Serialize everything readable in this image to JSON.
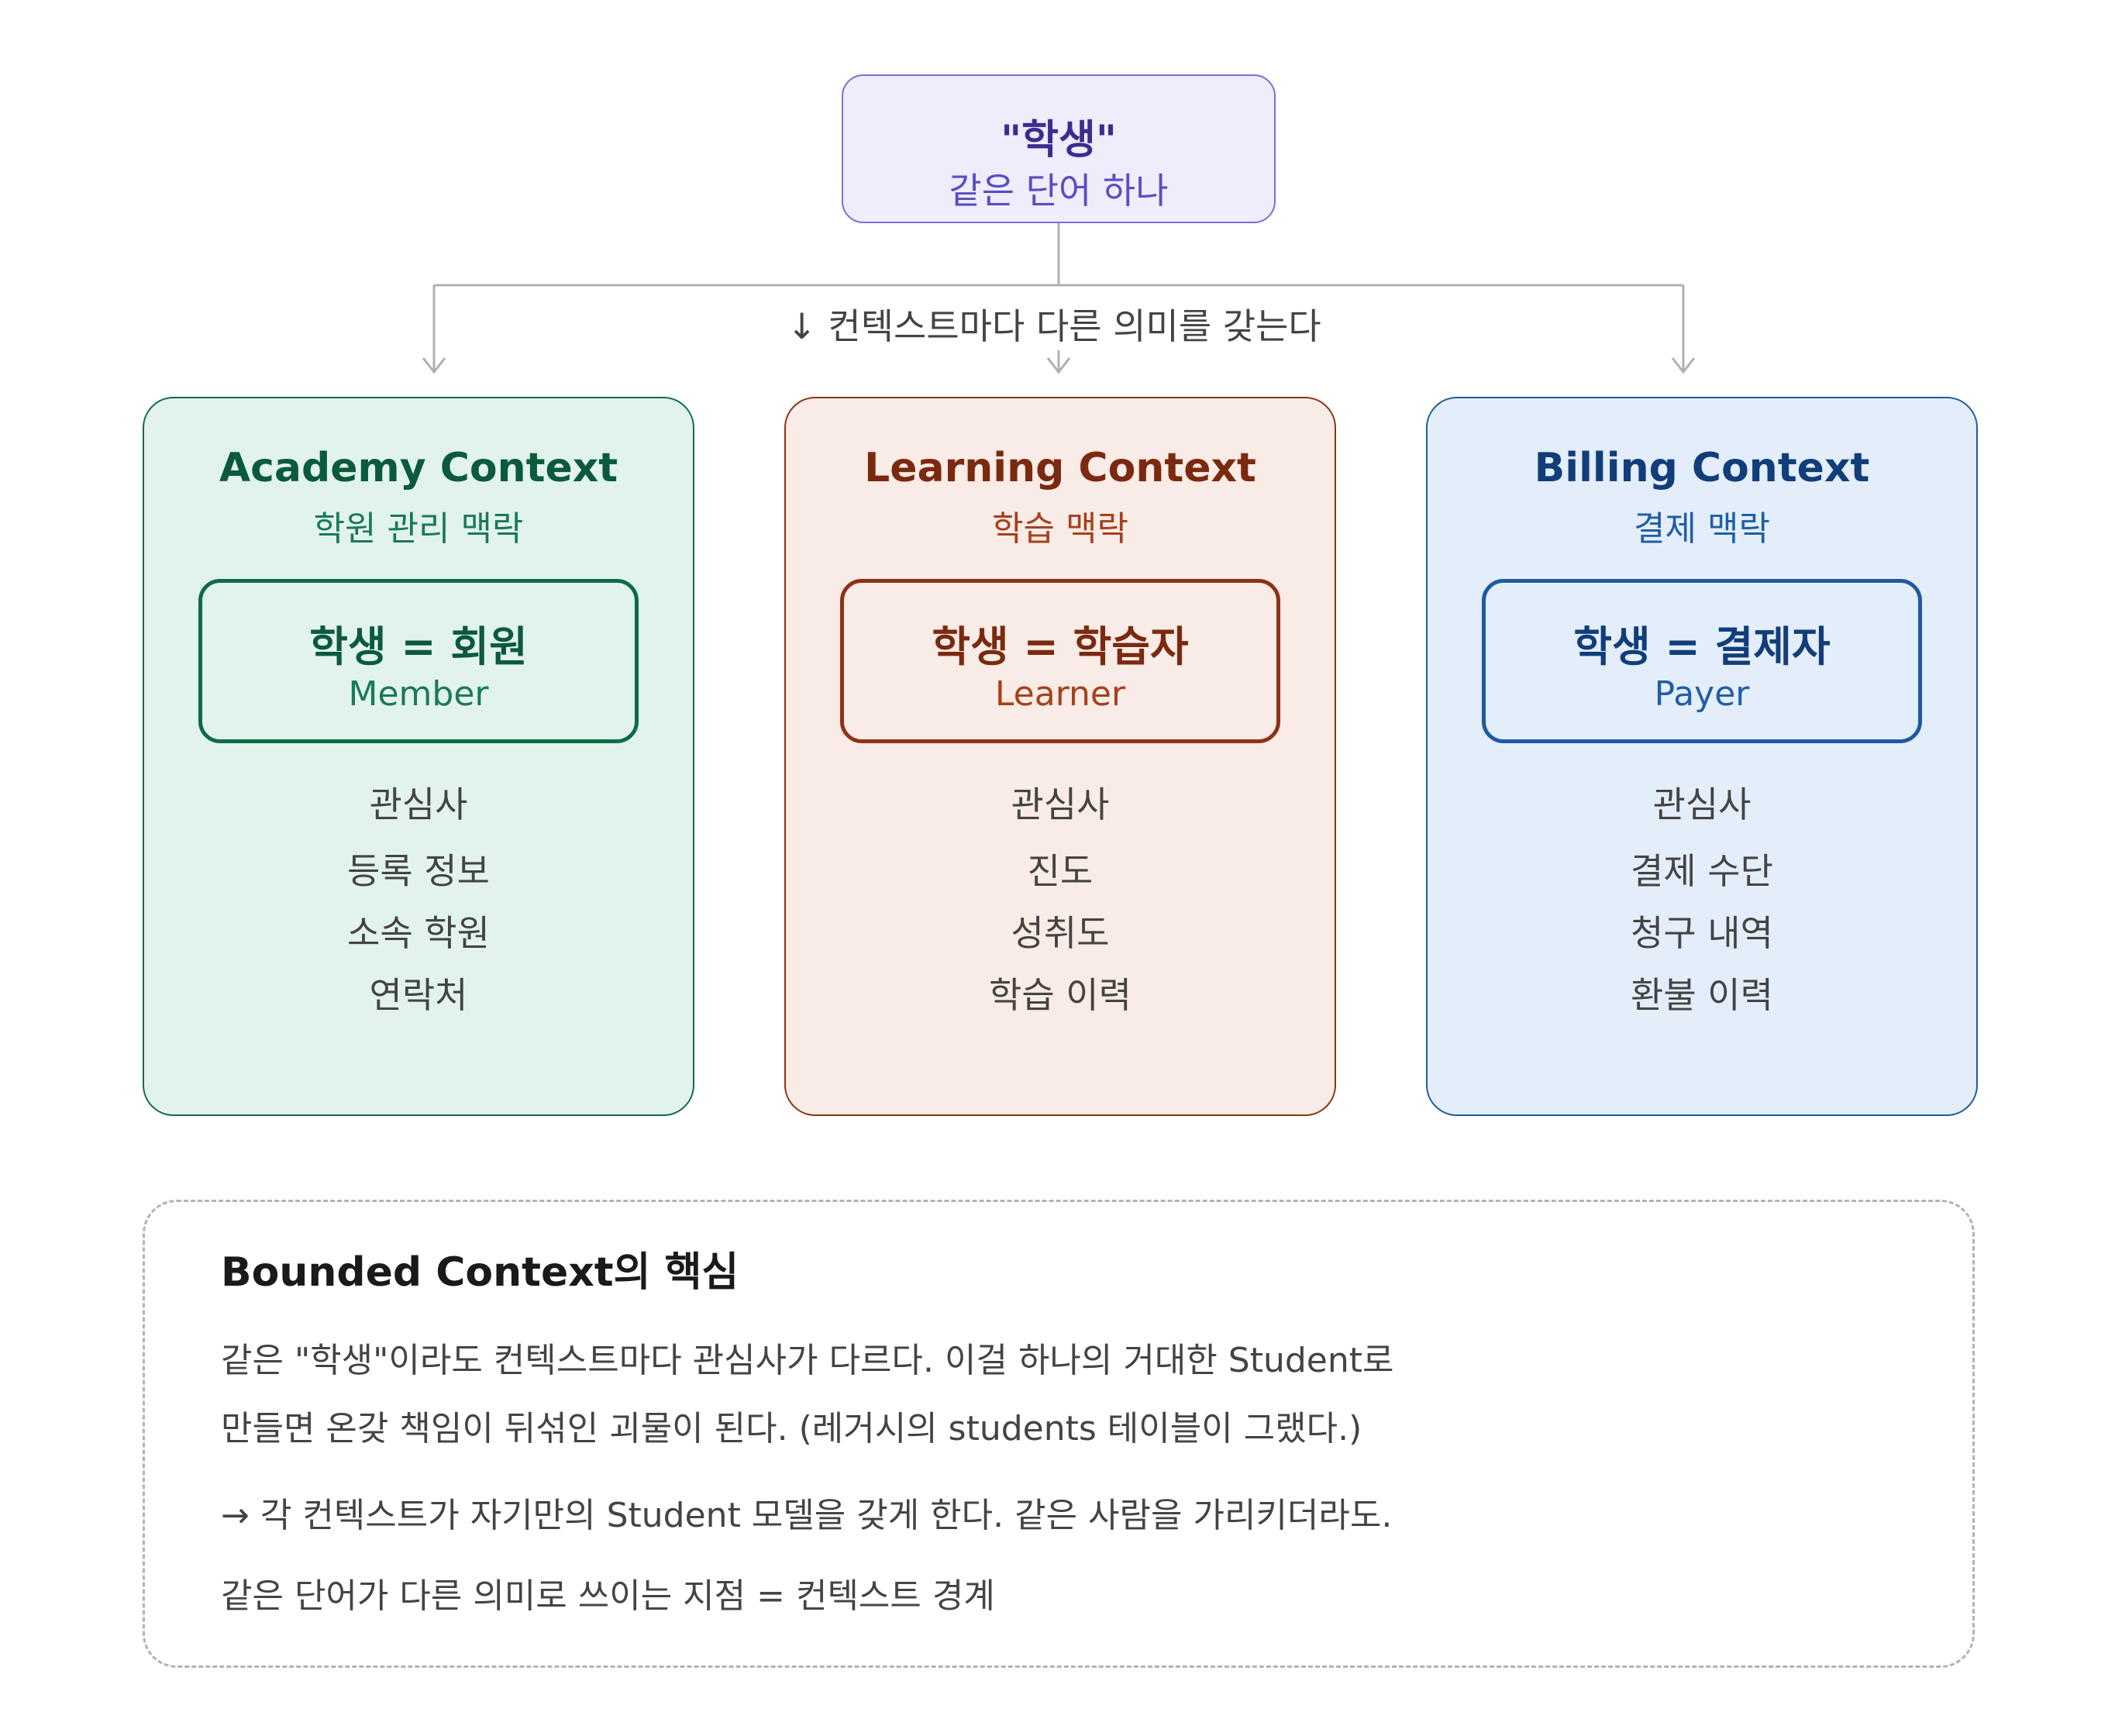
{
  "top": {
    "title": "\"학생\"",
    "subtitle": "같은 단어 하나"
  },
  "connector_label": "↓ 컨텍스트마다 다른 의미를 갖는다",
  "contexts": [
    {
      "title": "Academy Context",
      "subtitle": "학원 관리 맥락",
      "equation": "학생 = 회원",
      "english": "Member",
      "concerns_heading": "관심사",
      "concerns": [
        "등록 정보",
        "소속 학원",
        "연락처"
      ]
    },
    {
      "title": "Learning Context",
      "subtitle": "학습 맥락",
      "equation": "학생 = 학습자",
      "english": "Learner",
      "concerns_heading": "관심사",
      "concerns": [
        "진도",
        "성취도",
        "학습 이력"
      ]
    },
    {
      "title": "Billing Context",
      "subtitle": "결제 맥락",
      "equation": "학생 = 결제자",
      "english": "Payer",
      "concerns_heading": "관심사",
      "concerns": [
        "결제 수단",
        "청구 내역",
        "환불 이력"
      ]
    }
  ],
  "note": {
    "title": "Bounded Context의 핵심",
    "lines": [
      "같은 \"학생\"이라도 컨텍스트마다 관심사가 다르다. 이걸 하나의 거대한 Student로",
      "만들면 온갖 책임이 뒤섞인 괴물이 된다. (레거시의 students 테이블이 그랬다.)",
      "→ 각 컨텍스트가 자기만의 Student 모델을 갖게 한다. 같은 사람을 가리키더라도.",
      "같은 단어가 다른 의미로 쓰이는 지점 = 컨텍스트 경계"
    ]
  },
  "colors": {
    "top": "#5a4cc2",
    "academy": "#0e6b48",
    "learning": "#8b3315",
    "billing": "#1d5aa0",
    "connector": "#b0b0b0"
  }
}
